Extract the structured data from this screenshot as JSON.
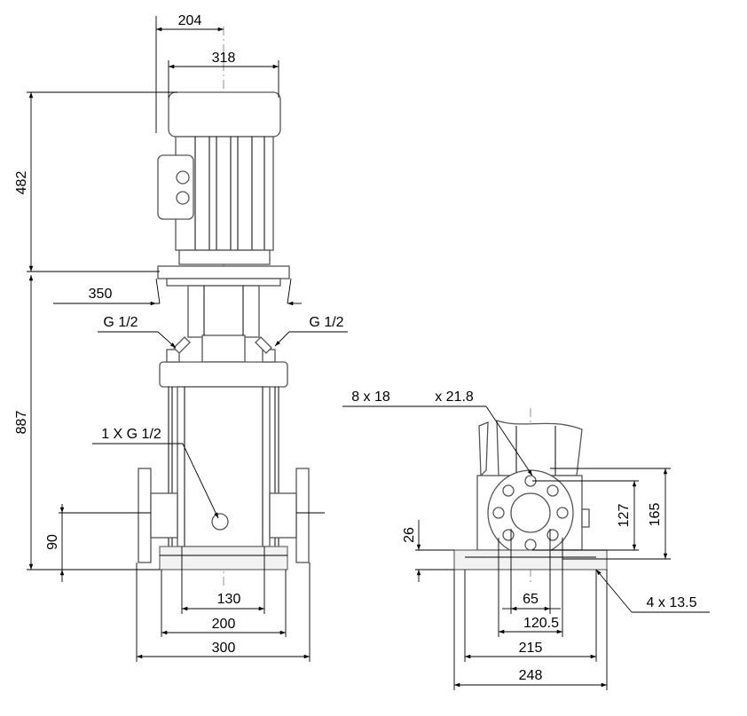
{
  "front_view": {
    "motor_width_top": "204",
    "motor_width": "318",
    "motor_height": "482",
    "adapter_width": "350",
    "vent_left": "G 1/2",
    "vent_right": "G 1/2",
    "pump_height": "887",
    "drain": "1 X G 1/2",
    "inlet_height": "90",
    "port_spacing": "130",
    "base_inner": "200",
    "base_width": "300"
  },
  "side_view": {
    "bolts": "8 x 18",
    "bolt_depth": "x 21.8",
    "bolt_circle": "127",
    "flange_diameter": "165",
    "base_height": "26",
    "bore": "65",
    "bolt_pitch": "120.5",
    "foot_holes": "4 x 13.5",
    "base_inner": "215",
    "base_width": "248"
  }
}
